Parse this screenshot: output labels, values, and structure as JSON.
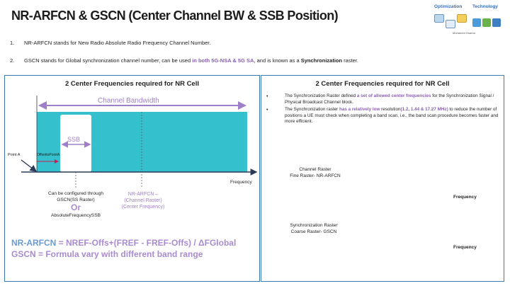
{
  "slide": {
    "title": "NR-ARFCN & GSCN (Center Channel BW & SSB Position)"
  },
  "branding": {
    "optimization": "Optimization",
    "technology": "Technology",
    "signature": "Mohamed Osama"
  },
  "points": [
    {
      "num": "1.",
      "text": "NR-ARFCN stands for New Radio Absolute Radio Frequency Channel Number."
    },
    {
      "num": "2.",
      "text_a": "GSCN stands for Global synchronization channel number, can be used ",
      "text_b": "in both 5G-NSA & 5G SA,",
      "text_c": " and is known as a ",
      "text_d": "Synchronization",
      "text_e": " raster."
    }
  ],
  "left_panel": {
    "title": "2 Center Frequencies required for NR Cell",
    "channel_bandwidth": "Channel Bandwidth",
    "ssb": "SSB",
    "point_a": "Point A",
    "offset_to_point_a": "OffsettoPointA",
    "frequency": "Frequency",
    "config_line1": "Can be configured through",
    "config_line2": "GSCN(SS Raster)",
    "or": "Or",
    "absolute_ssb": "AbsoluteFrequencySSB",
    "arfcn_line1": "NR-ARFCN –",
    "arfcn_line2": "(Channel Raster)",
    "arfcn_line3": "(Center Frequency)",
    "formula_arfcn_label": "NR-ARFCN",
    "formula_arfcn_rest": "  = NREF-Offs+(FREF - FREF-Offs) / ΔFGlobal",
    "formula_gscn": "GSCN = Formula vary with different band range"
  },
  "right_panel": {
    "title": "2 Center Frequencies required for NR Cell",
    "bullet1_a": "The Synchronization Raster defined ",
    "bullet1_b": "a set of allowed center frequencies",
    "bullet1_c": " for the Synchronization Signal / Physical Broadcast Channel block.",
    "bullet2_a": "The Synchronization raster ",
    "bullet2_b": "has a relatively low",
    "bullet2_c": " resolution",
    "bullet2_d": "(1.2, 1.44 & 17.27 MHz)",
    "bullet2_e": " to reduce the number of positions a UE must check when completing a band scan, i.e., the band scan procedure becomes faster and more efficient.",
    "channel_raster_1": "Channel Raster",
    "channel_raster_2": "Fine Raster- NR-ARFCN",
    "sync_raster_1": "Synchronization Raster",
    "sync_raster_2": "Coarse Raster- GSCN",
    "frequency_top": "Frequency",
    "frequency_bottom": "Frequency"
  },
  "colors": {
    "accent_purple": "#8a5fb3",
    "cyan": "#35c0cd",
    "panel_border": "#3b79b3",
    "raster_red": "#e53935",
    "formula_purple": "#a98bd0"
  }
}
